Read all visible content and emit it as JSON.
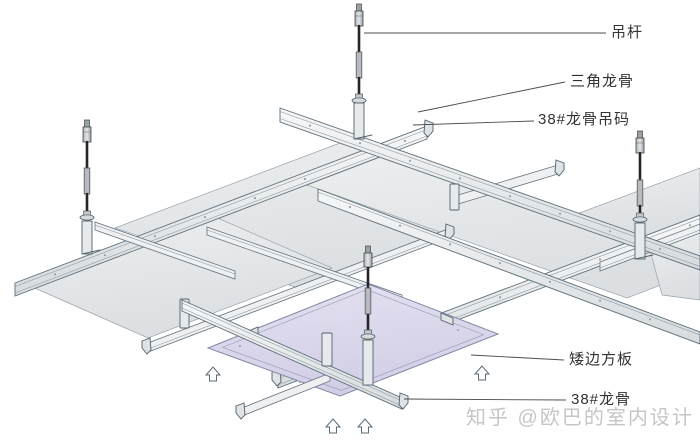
{
  "labels": [
    {
      "id": "hanger-rod",
      "text": "吊杆"
    },
    {
      "id": "triangle-keel",
      "text": "三角龙骨"
    },
    {
      "id": "keel-hanger-clip",
      "text": "38#龙骨吊码"
    },
    {
      "id": "low-edge-square-panel",
      "text": "矮边方板"
    },
    {
      "id": "keel-38",
      "text": "38#龙骨"
    }
  ],
  "watermark": {
    "text": "知乎 @欧巴的室内设计"
  },
  "icons": {
    "install_arrow": "hollow-up-arrow",
    "hanger_rod": "threaded-rod-with-coupler",
    "keel_end": "triangle-keel-cross-section"
  },
  "colors": {
    "background": "#ffffff",
    "outline": "#5e6e79",
    "rail_fill": "#eef0f2",
    "panel_fill": "#e6e8ea",
    "dropped_panel_fill": "#dcd8ec",
    "rod_dark": "#26262a",
    "label_text": "#333333",
    "leader_line": "#4d4d4d",
    "watermark": "#c6c6c9"
  }
}
